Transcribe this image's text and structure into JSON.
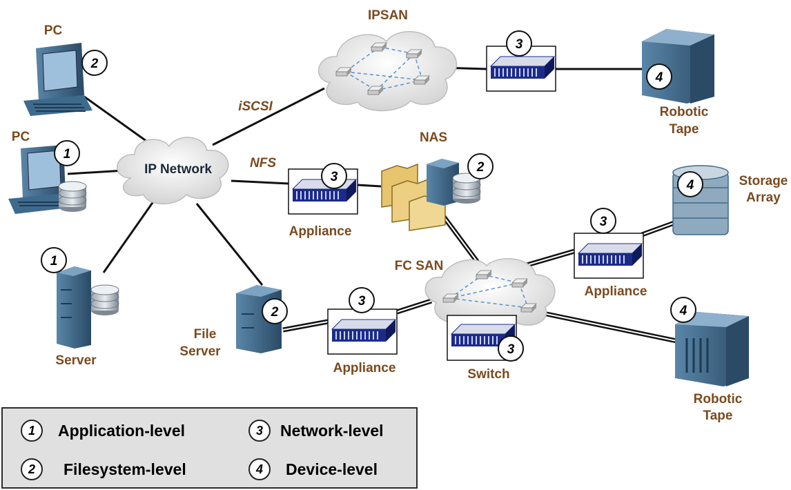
{
  "labels": {
    "ipsan": "IPSAN",
    "pc_top": "PC",
    "pc_mid": "PC",
    "server": "Server",
    "ip_network": "IP Network",
    "iscsi": "iSCSI",
    "nfs": "NFS",
    "nas": "NAS",
    "appliance_nas": "Appliance",
    "robotic_tape_top_1": "Robotic",
    "robotic_tape_top_2": "Tape",
    "storage_array_1": "Storage",
    "storage_array_2": "Array",
    "fc_san": "FC SAN",
    "appliance_right": "Appliance",
    "file_server_1": "File",
    "file_server_2": "Server",
    "appliance_bottom": "Appliance",
    "switch": "Switch",
    "robotic_tape_bottom_1": "Robotic",
    "robotic_tape_bottom_2": "Tape"
  },
  "badges": {
    "pc_top": "2",
    "pc_mid": "1",
    "server": "1",
    "ipsan_appliance": "3",
    "robotic_tape_top": "4",
    "nas_appliance": "3",
    "nas": "2",
    "storage_array": "4",
    "right_appliance": "3",
    "file_server": "2",
    "bottom_appliance": "3",
    "switch": "3",
    "robotic_tape_bottom": "4"
  },
  "legend": [
    {
      "num": "1",
      "text": "Application-level"
    },
    {
      "num": "3",
      "text": "Network-level"
    },
    {
      "num": "2",
      "text": "Filesystem-level"
    },
    {
      "num": "4",
      "text": "Device-level"
    }
  ],
  "colors": {
    "label": "#7a4a1e",
    "device": "#3e6a8c",
    "device_dark": "#2a4a66",
    "cloud": "#ececec",
    "appliance": "#1c2b8a",
    "folder": "#e7c56e"
  }
}
